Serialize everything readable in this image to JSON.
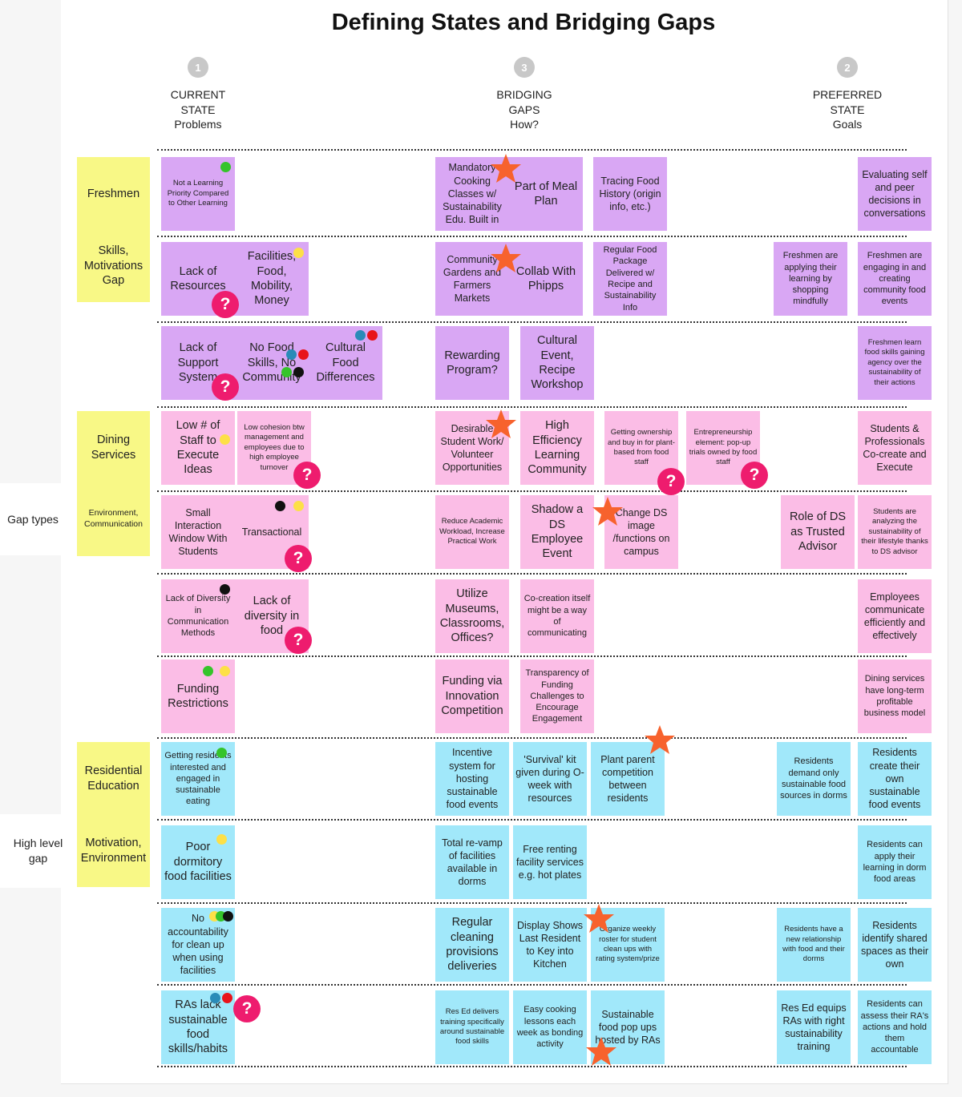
{
  "title": "Defining States and Bridging Gaps",
  "columns": [
    {
      "number": "1",
      "label": "CURRENT\nSTATE\nProblems"
    },
    {
      "number": "3",
      "label": "BRIDGING\nGAPS\nHow?"
    },
    {
      "number": "2",
      "label": "PREFERRED\nSTATE\nGoals"
    }
  ],
  "side_labels": {
    "gap_types": "Gap types",
    "high_level_gap": "High level gap"
  },
  "row_labels": {
    "freshmen": "Freshmen",
    "skills": "Skills, Motivations Gap",
    "dining": "Dining Services",
    "environment_communication": "Environment, Communication",
    "residential": "Residential Education",
    "motivation_environment": "Motivation, Environment"
  },
  "notes": {
    "n1": "Not a Learning Priority Compared to Other Learning",
    "n2": "Mandatory Cooking Classes w/ Sustainability Edu. Built in",
    "n3": "Part of Meal Plan",
    "n4": "Tracing Food History (origin info, etc.)",
    "n5": "Evaluating self and peer decisions in conversations",
    "n6": "Lack of Resources",
    "n7": "Facilities, Food, Mobility, Money",
    "n8": "Community Gardens and Farmers Markets",
    "n9": "Collab With Phipps",
    "n10": "Regular Food Package Delivered w/ Recipe and Sustainability Info",
    "n11": "Freshmen are applying their learning by shopping mindfully",
    "n12": "Freshmen are engaging in and creating community food events",
    "n13": "Lack of Support System",
    "n14": "No Food Skills, No Community",
    "n15": "Cultural Food Differences",
    "n16": "Rewarding Program?",
    "n17": "Cultural Event, Recipe Workshop",
    "n18": "Freshmen learn food skills gaining agency over the sustainability of their actions",
    "n19": "Low # of Staff to Execute Ideas",
    "n20": "Low cohesion btw management and employees due to high employee turnover",
    "n21": "Desirable Student Work/ Volunteer Opportunities",
    "n22": "High Efficiency Learning Community",
    "n23": "Getting ownership and buy in for plant-based from food staff",
    "n24": "Entrepreneurship element: pop-up trials owned by food staff",
    "n25": "Students & Professionals Co-create and Execute",
    "n26": "Small Interaction Window With Students",
    "n27": "Transactional",
    "n28": "Reduce Academic Workload, Increase Practical Work",
    "n29": "Shadow a DS Employee Event",
    "n30": "Change DS image /functions on campus",
    "n31": "Role of DS as Trusted Advisor",
    "n32": "Students are analyzing the sustainability of their lifestyle thanks to DS advisor",
    "n33": "Lack of Diversity in Communication Methods",
    "n34": "Lack of diversity in food",
    "n35": "Utilize Museums, Classrooms, Offices?",
    "n36": "Co-creation itself might be a way of communicating",
    "n37": "Employees communicate efficiently and effectively",
    "n38": "Funding Restrictions",
    "n39": "Funding via Innovation Competition",
    "n40": "Transparency of Funding Challenges to Encourage Engagement",
    "n41": "Dining services have long-term profitable business model",
    "n42": "Getting residents interested and engaged in sustainable eating",
    "n43": "Incentive system for hosting sustainable food events",
    "n44": "'Survival' kit given during O-week with resources",
    "n45": "Plant parent competition between residents",
    "n46": "Residents demand only sustainable food sources in dorms",
    "n47": "Residents create their own sustainable food events",
    "n48": "Poor dormitory food facilities",
    "n49": "Total re-vamp of facilities available in dorms",
    "n50": "Free renting facility services e.g. hot plates",
    "n51": "Residents can apply their learning in dorm food areas",
    "n52": "No accountability for clean up when using facilities",
    "n53": "Regular cleaning provisions deliveries",
    "n54": "Display Shows Last Resident to Key into Kitchen",
    "n55": "Organize weekly roster for student clean ups with rating system/prize",
    "n56": "Residents have a new relationship with food and their dorms",
    "n57": "Residents identify shared spaces as their own",
    "n58": "RAs lack sustainable food skills/habits",
    "n59": "Res Ed delivers training specifically around sustainable food skills",
    "n60": "Easy cooking lessons each week as bonding activity",
    "n61": "Sustainable food pop ups hosted by RAs",
    "n62": "Res Ed equips RAs with right sustainability training",
    "n63": "Residents can assess their RA's actions and hold them accountable"
  },
  "question_mark": "?",
  "colors": {
    "problem_note_purple": "#d9a7f4",
    "problem_note_pink": "#fbbde6",
    "problem_note_cyan": "#a1e8fa",
    "row_label_yellow": "#f8f886",
    "question_badge": "#ee1c6e",
    "star": "#f7622d",
    "dot_green": "#35c42a",
    "dot_yellow": "#fde047",
    "dot_red": "#e8141a",
    "dot_blue": "#2a8bb8",
    "dot_black": "#111111"
  }
}
